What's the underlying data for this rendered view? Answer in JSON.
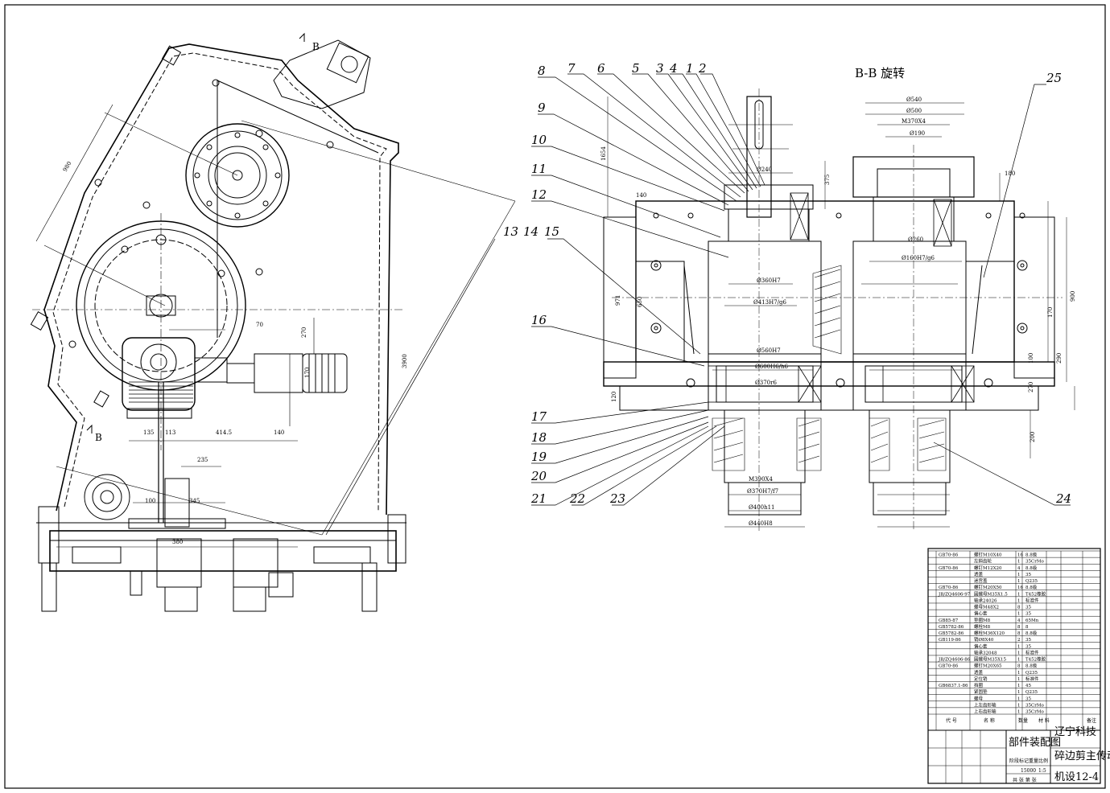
{
  "section_label": "B-B  旋转",
  "view_marker": "B",
  "callouts": [
    "1",
    "2",
    "3",
    "4",
    "5",
    "6",
    "7",
    "8",
    "9",
    "10",
    "11",
    "12",
    "13",
    "14",
    "15",
    "16",
    "17",
    "18",
    "19",
    "20",
    "21",
    "22",
    "23",
    "24",
    "25"
  ],
  "dimensions": {
    "main_left": [
      "980",
      "3900",
      "270",
      "70",
      "170",
      "135",
      "113",
      "414.5",
      "140",
      "235",
      "100",
      "345",
      "380"
    ],
    "section": [
      "Ø540",
      "Ø500",
      "M370X4",
      "Ø190",
      "Ø240",
      "Ø260",
      "Ø160H7/g6",
      "Ø360H7",
      "Ø413H7/g6",
      "Ø560H7",
      "Ø600H6/h6",
      "Ø370r6",
      "M390X4",
      "Ø370H7/f7",
      "Ø400h11",
      "Ø440H8",
      "1654",
      "375",
      "180",
      "650",
      "971",
      "900",
      "170",
      "100",
      "120",
      "270",
      "290",
      "200",
      "140"
    ]
  },
  "parts_list": [
    {
      "std": "GB70-86",
      "name": "螺钉M10X40",
      "qty": "16",
      "mat": "8.8级"
    },
    {
      "std": "",
      "name": "左斜齿轮",
      "qty": "1",
      "mat": "35CrMo"
    },
    {
      "std": "GB70-86",
      "name": "螺钉M12X20",
      "qty": "4",
      "mat": "8.8级"
    },
    {
      "std": "",
      "name": "透盖",
      "qty": "1",
      "mat": "35"
    },
    {
      "std": "",
      "name": "迷宫盖",
      "qty": "1",
      "mat": "Q235"
    },
    {
      "std": "GB70-86",
      "name": "螺钉M20X50",
      "qty": "16",
      "mat": "8.8级"
    },
    {
      "std": "JB/ZQ4606-97",
      "name": "圆螺母M35X1.5",
      "qty": "1",
      "mat": "T452橡胶"
    },
    {
      "std": "",
      "name": "轴承24026",
      "qty": "1",
      "mat": "标准件"
    },
    {
      "std": "",
      "name": "螺母M48X2",
      "qty": "8",
      "mat": "35"
    },
    {
      "std": "",
      "name": "偏心套",
      "qty": "1",
      "mat": "35"
    },
    {
      "std": "GB85-87",
      "name": "垫圈M8",
      "qty": "4",
      "mat": "65Mn"
    },
    {
      "std": "GB5782-86",
      "name": "螺栓M8",
      "qty": "8",
      "mat": "8"
    },
    {
      "std": "GB5782-86",
      "name": "螺栓M36X120",
      "qty": "8",
      "mat": "8.8级"
    },
    {
      "std": "GB119-86",
      "name": "销Ø8X40",
      "qty": "2",
      "mat": "35"
    },
    {
      "std": "",
      "name": "偏心套",
      "qty": "1",
      "mat": "35"
    },
    {
      "std": "",
      "name": "轴承32048",
      "qty": "1",
      "mat": "标准件"
    },
    {
      "std": "JB/ZQ4606-86",
      "name": "圆螺母M35X15",
      "qty": "1",
      "mat": "T452橡胶"
    },
    {
      "std": "GB70-86",
      "name": "螺钉M20X65",
      "qty": "8",
      "mat": "8.8级"
    },
    {
      "std": "",
      "name": "透盖",
      "qty": "1",
      "mat": "Q235"
    },
    {
      "std": "",
      "name": "定位销",
      "qty": "1",
      "mat": "标准件"
    },
    {
      "std": "GB6837.1-86",
      "name": "挡圈",
      "qty": "1",
      "mat": "45"
    },
    {
      "std": "",
      "name": "紧固垫",
      "qty": "1",
      "mat": "Q235"
    },
    {
      "std": "",
      "name": "螺母",
      "qty": "1",
      "mat": "35"
    },
    {
      "std": "",
      "name": "上左齿形轴",
      "qty": "1",
      "mat": "35CrMo"
    },
    {
      "std": "",
      "name": "上右齿形轴",
      "qty": "1",
      "mat": "35CrMo"
    }
  ],
  "parts_header": {
    "code": "代 号",
    "name": "名 称",
    "qty": "数量",
    "material": "材 料",
    "note": "备注"
  },
  "title_block": {
    "drawing_name": "部件装配图",
    "company": "辽宁科技",
    "product": "碎边剪主传动系统",
    "drawing_no": "机设12-4",
    "scale_label": "比例",
    "scale": "1:5",
    "sheet_label": "共  张 第  张",
    "stage_label": "阶段标记",
    "weight_label": "重量",
    "weight": "15000"
  }
}
